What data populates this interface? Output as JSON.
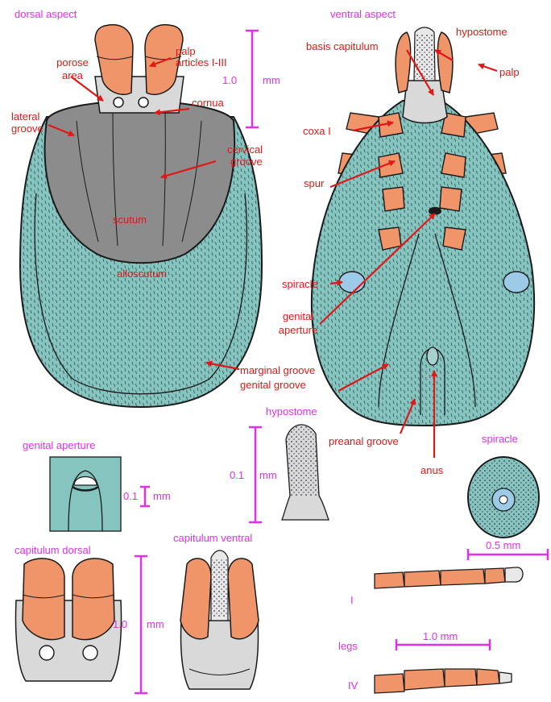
{
  "colors": {
    "label": "#e01818",
    "heading": "#e030e8",
    "scale_bar": "#e030e8",
    "arrow": "#e01818",
    "scutum": "#8c8c8c",
    "alloscutum": "#86c4c0",
    "legs_palps": "#f0946a",
    "capitulum": "#d9d9d9",
    "spiracle": "#9ccbe8"
  },
  "headings": {
    "dorsal": "dorsal aspect",
    "ventral": "ventral aspect",
    "hypostome": "hypostome",
    "genital_aperture": "genital aperture",
    "spiracle": "spiracle",
    "capitulum_dorsal": "capitulum dorsal",
    "capitulum_ventral": "capitulum ventral"
  },
  "dorsal_labels": {
    "palp_1": "palp",
    "palp_2": "articles I-III",
    "porose_1": "porose",
    "porose_2": "area",
    "cornua": "cornua",
    "lateral_1": "lateral",
    "lateral_2": "groove",
    "cervical_1": "cervical",
    "cervical_2": "groove",
    "scutum": "scutum",
    "alloscutum": "alloscutum",
    "marginal": "marginal groove"
  },
  "ventral_labels": {
    "hypostome": "hypostome",
    "basis": "basis capitulum",
    "palp": "palp",
    "coxa": "coxa I",
    "spur": "spur",
    "spiracle": "spiracle",
    "genital_1": "genital",
    "genital_2": "aperture",
    "genital_groove": "genital groove",
    "preanal": "preanal groove",
    "anus": "anus"
  },
  "scales": {
    "main_value": "1.0",
    "main_unit": "mm",
    "hypostome_value": "0.1",
    "hypostome_unit": "mm",
    "genital_value": "0.1",
    "genital_unit": "mm",
    "spiracle": "0.5 mm",
    "capitulum_value": "1.0",
    "capitulum_unit": "mm",
    "legs": "1.0 mm"
  },
  "legs": {
    "label": "legs",
    "leg_i": "I",
    "leg_iv": "IV"
  }
}
